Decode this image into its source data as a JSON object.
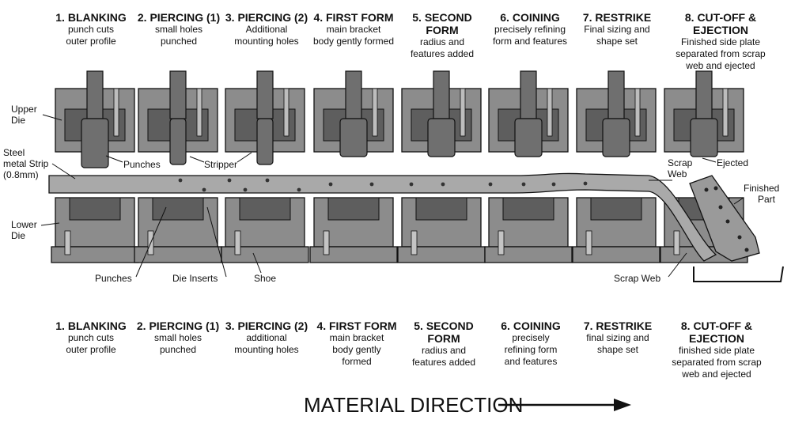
{
  "stages_top": [
    {
      "title": "1. BLANKING",
      "desc": [
        "punch cuts",
        "outer profile"
      ]
    },
    {
      "title": "2. PIERCING (1)",
      "desc": [
        "small holes",
        "punched"
      ]
    },
    {
      "title": "3. PIERCING (2)",
      "desc": [
        "Additional",
        "mounting holes"
      ]
    },
    {
      "title": "4. FIRST FORM",
      "desc": [
        "main bracket",
        "body gently formed"
      ]
    },
    {
      "title": "5. SECOND FORM",
      "desc": [
        "radius and",
        "features added"
      ]
    },
    {
      "title": "6. COINING",
      "desc": [
        "precisely refining",
        "form and features"
      ]
    },
    {
      "title": "7. RESTRIKE",
      "desc": [
        "Final sizing and",
        "shape set"
      ]
    },
    {
      "title": "8. CUT-OFF & EJECTION",
      "desc": [
        "Finished side plate",
        "separated from scrap",
        "web and ejected"
      ]
    }
  ],
  "stages_bottom": [
    {
      "title": [
        "1. BLANKING"
      ],
      "desc": [
        "punch cuts",
        "outer profile"
      ]
    },
    {
      "title": [
        "2. PIERCING (1)"
      ],
      "desc": [
        "small holes",
        "punched"
      ]
    },
    {
      "title": [
        "3. PIERCING (2)"
      ],
      "desc": [
        "additional",
        "mounting holes"
      ]
    },
    {
      "title": [
        "4. FIRST FORM"
      ],
      "desc": [
        "main bracket",
        "body gently",
        "formed"
      ]
    },
    {
      "title": [
        "5. SECOND",
        "FORM"
      ],
      "desc": [
        "radius and",
        "features added"
      ]
    },
    {
      "title": [
        "6. COINING"
      ],
      "desc": [
        "precisely",
        "refining form",
        "and features"
      ]
    },
    {
      "title": [
        "7. RESTRIKE"
      ],
      "desc": [
        "final sizing and",
        "shape set"
      ]
    },
    {
      "title": [
        "8. CUT-OFF &",
        "EJECTION"
      ],
      "desc": [
        "finished side plate",
        "separated from scrap",
        "web and ejected"
      ]
    }
  ],
  "labels": {
    "upper_die": [
      "Upper",
      "Die"
    ],
    "steel_strip": [
      "Steel",
      "metal Strip",
      "(0.8mm)"
    ],
    "lower_die": [
      "Lower",
      "Die"
    ],
    "punches_top": "Punches",
    "stripper": "Stripper",
    "scrap_web_top": [
      "Scrap",
      "Web"
    ],
    "ejected": "Ejected",
    "finished_part": [
      "Finished",
      "Part"
    ],
    "punches_bottom": "Punches",
    "die_inserts": "Die Inserts",
    "shoe": "Shoe",
    "scrap_web_bottom": "Scrap Web"
  },
  "direction": "MATERIAL DIRECTION",
  "colors": {
    "die_block": "#8c8c8c",
    "die_dark": "#5e5e5e",
    "punch": "#6f6f6f",
    "strip": "#a9a9a9",
    "line": "#111111"
  }
}
